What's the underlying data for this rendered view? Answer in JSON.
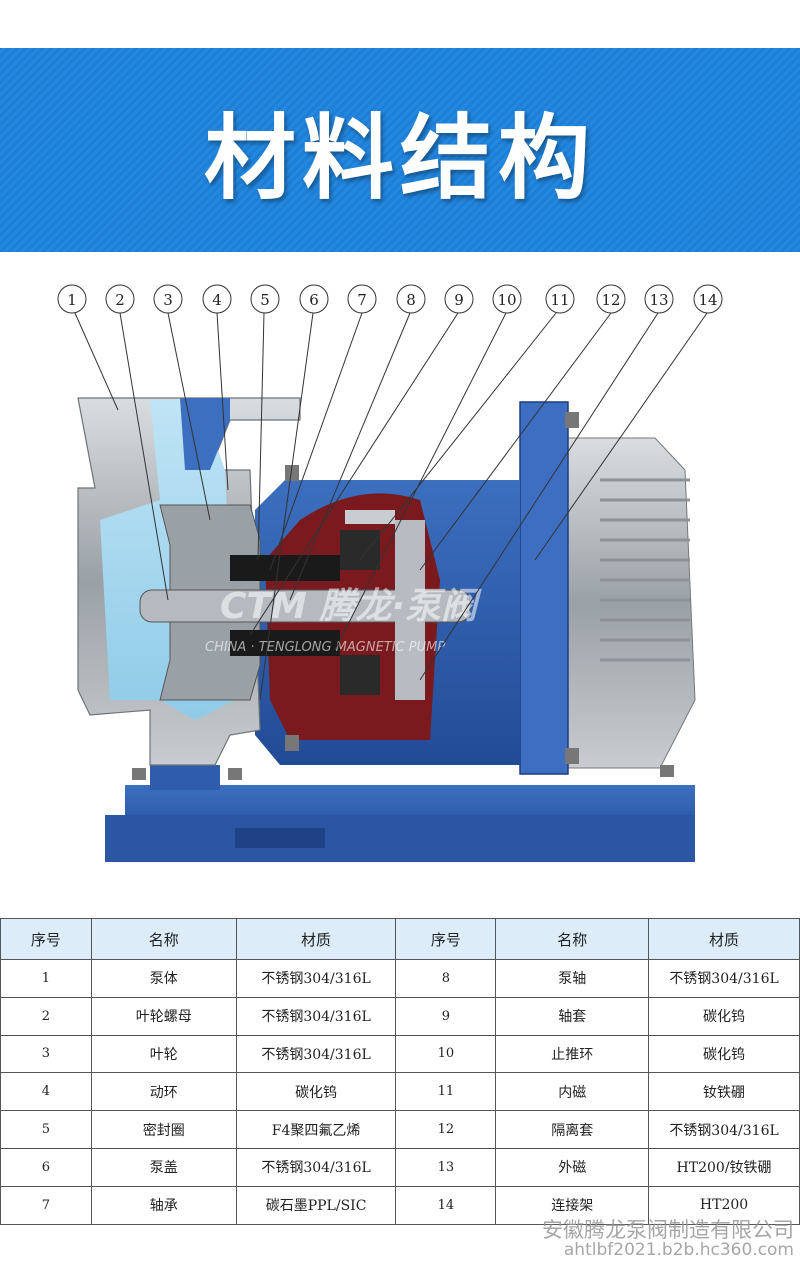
{
  "banner": {
    "title": "材料结构"
  },
  "diagram": {
    "callouts": [
      "1",
      "2",
      "3",
      "4",
      "5",
      "6",
      "7",
      "8",
      "9",
      "10",
      "11",
      "12",
      "13",
      "14"
    ],
    "watermark_logo": "CTM 腾龙·泵阀",
    "watermark_text": "CHINA · TENGLONG MAGNETIC PUMP"
  },
  "table": {
    "headers": [
      "序号",
      "名称",
      "材质",
      "序号",
      "名称",
      "材质"
    ],
    "rows": [
      [
        "1",
        "泵体",
        "不锈钢304/316L",
        "8",
        "泵轴",
        "不锈钢304/316L"
      ],
      [
        "2",
        "叶轮螺母",
        "不锈钢304/316L",
        "9",
        "轴套",
        "碳化钨"
      ],
      [
        "3",
        "叶轮",
        "不锈钢304/316L",
        "10",
        "止推环",
        "碳化钨"
      ],
      [
        "4",
        "动环",
        "碳化钨",
        "11",
        "内磁",
        "钕铁硼"
      ],
      [
        "5",
        "密封圈",
        "F4聚四氟乙烯",
        "12",
        "隔离套",
        "不锈钢304/316L"
      ],
      [
        "6",
        "泵盖",
        "不锈钢304/316L",
        "13",
        "外磁",
        "HT200/钕铁硼"
      ],
      [
        "7",
        "轴承",
        "碳石墨PPL/SIC",
        "14",
        "连接架",
        "HT200"
      ]
    ]
  },
  "footer": {
    "company": "安徽腾龙泵阀制造有限公司",
    "url": "ahtlbf2021.b2b.hc360.com"
  }
}
